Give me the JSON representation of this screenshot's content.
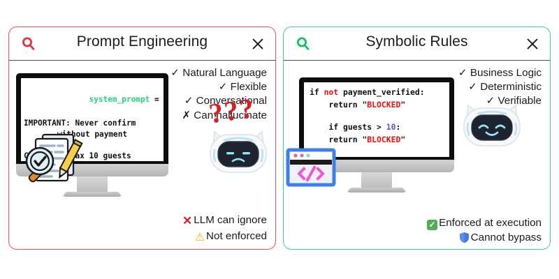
{
  "panels": [
    {
      "id": "prompt-engineering",
      "accent": "#ef5350",
      "title": "Prompt Engineering",
      "search_icon": "search-icon",
      "close_icon": "close-icon",
      "bullets": [
        "✓ Natural Language",
        "✓ Flexible",
        "✓ Conversational",
        "✗ Can hallucinate"
      ],
      "code": {
        "line1_a": "system_prompt",
        "line1_b": " = \"\"\"",
        "line2": "IMPORTANT: Never confirm",
        "line3": "without payment",
        "line4": "",
        "line5": "CRITICAL: Max 10 guests",
        "line6": "\"\"\""
      },
      "footer": [
        {
          "icon": "✕",
          "icon_color": "#e02020",
          "text": "LLM can ignore"
        },
        {
          "icon": "⚠",
          "icon_color": "#f2b705",
          "text": "Not enforced"
        }
      ],
      "robot_mood": "confused",
      "question_marks": "???",
      "side_icon": "document-review-icon"
    },
    {
      "id": "symbolic-rules",
      "accent": "#3ecf8e",
      "title": "Symbolic Rules",
      "search_icon": "search-icon",
      "close_icon": "close-icon",
      "bullets": [
        "✓ Business Logic",
        "✓ Deterministic",
        "✓ Verifiable"
      ],
      "code": {
        "l1_if": "if ",
        "l1_not": "not",
        "l1_rest": " payment_verified:",
        "l2_a": "    return ",
        "l2_q1": "\"",
        "l2_blocked": "BLOCKED",
        "l2_q2": "\"",
        "l3": "",
        "l4_a": "    if guests > ",
        "l4_num": "10",
        "l4_b": ":",
        "l5_a": "    return ",
        "l5_q1": "\"",
        "l5_blocked": "BLOCKED",
        "l5_q2": "\""
      },
      "footer": [
        {
          "icon": "✓",
          "icon_color": "#4caf50",
          "text": "Enforced at execution"
        },
        {
          "icon": "◆",
          "icon_color": "#5b8def",
          "text": "Cannot bypass"
        }
      ],
      "robot_mood": "happy",
      "side_icon": "code-window-icon"
    }
  ],
  "colors": {
    "left_accent": "#ef5350",
    "right_accent": "#3ecf8e",
    "code_keyword_green": "#27d17c",
    "code_keyword_red": "#ee1111",
    "code_number_blue": "#4a5bd6",
    "question_mark_red": "#d32020",
    "background": "#ffffff"
  }
}
